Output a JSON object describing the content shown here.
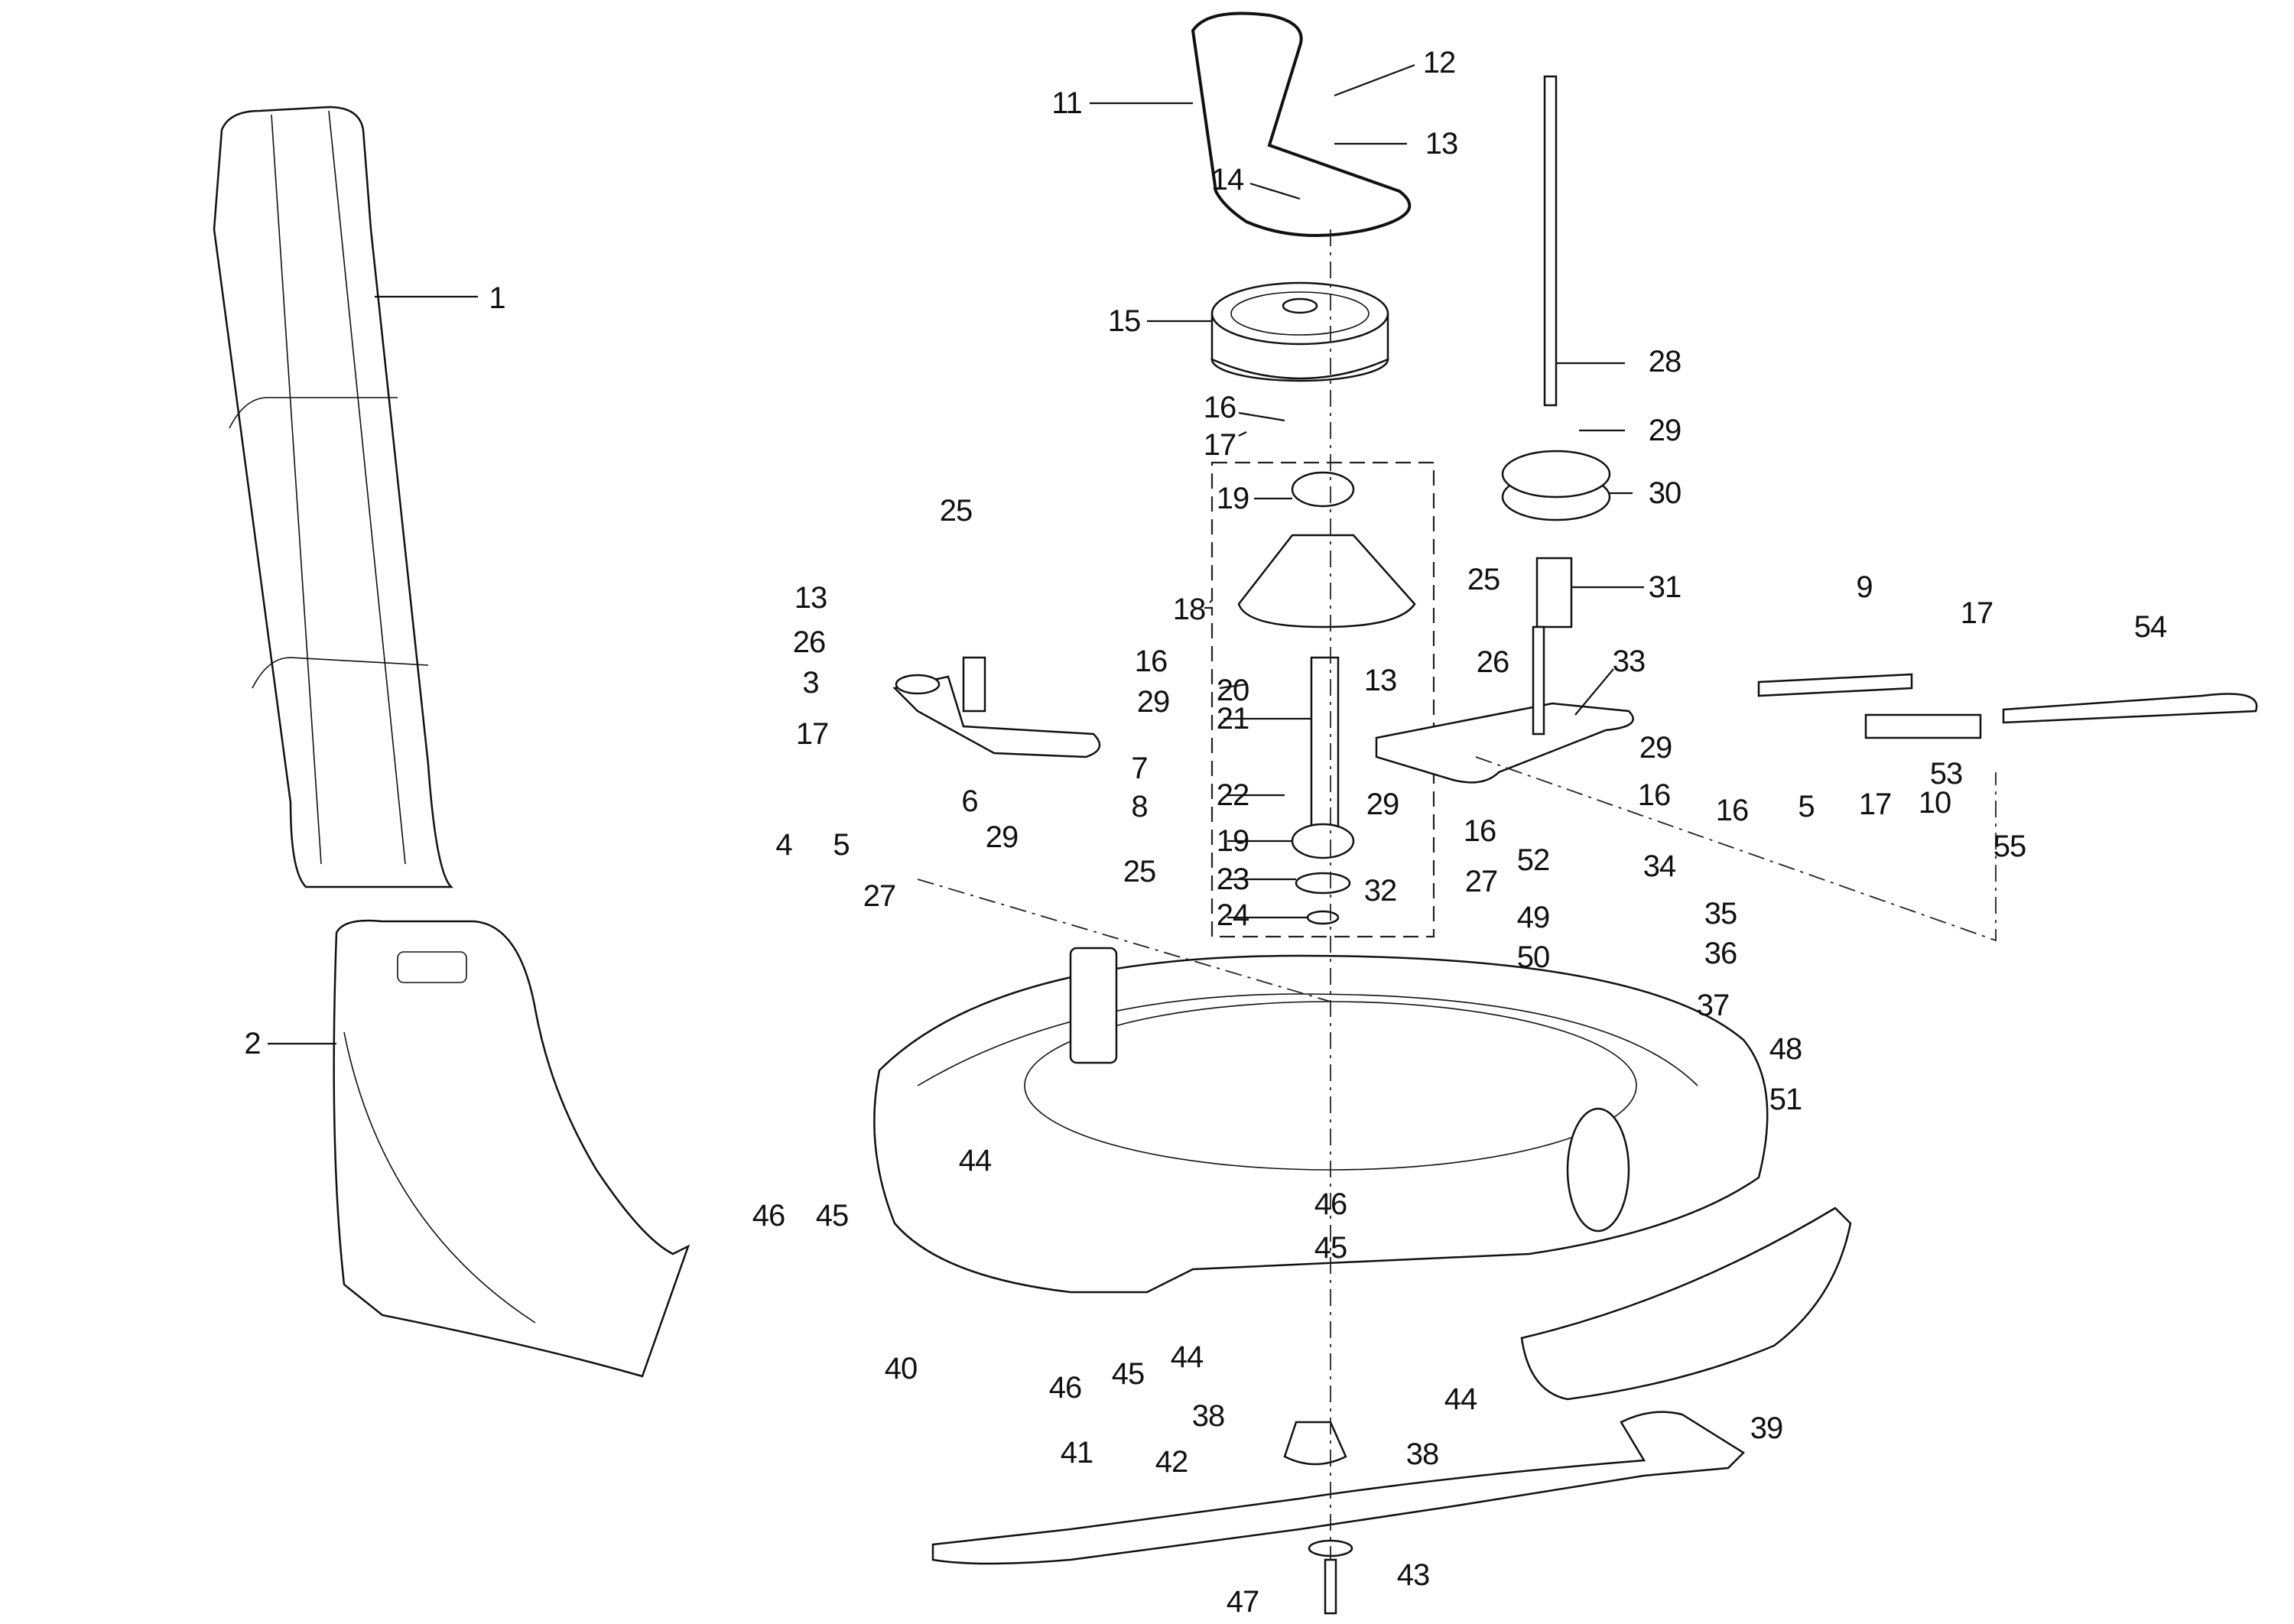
{
  "diagram": {
    "title": "Mower deck exploded parts diagram",
    "labels": [
      {
        "id": "1",
        "text": "1"
      },
      {
        "id": "2",
        "text": "2"
      },
      {
        "id": "3",
        "text": "3"
      },
      {
        "id": "4",
        "text": "4"
      },
      {
        "id": "5a",
        "text": "5"
      },
      {
        "id": "5b",
        "text": "5"
      },
      {
        "id": "6",
        "text": "6"
      },
      {
        "id": "7",
        "text": "7"
      },
      {
        "id": "8",
        "text": "8"
      },
      {
        "id": "9",
        "text": "9"
      },
      {
        "id": "10",
        "text": "10"
      },
      {
        "id": "11",
        "text": "11"
      },
      {
        "id": "12",
        "text": "12"
      },
      {
        "id": "13a",
        "text": "13"
      },
      {
        "id": "13b",
        "text": "13"
      },
      {
        "id": "13c",
        "text": "13"
      },
      {
        "id": "14",
        "text": "14"
      },
      {
        "id": "15",
        "text": "15"
      },
      {
        "id": "16a",
        "text": "16"
      },
      {
        "id": "16b",
        "text": "16"
      },
      {
        "id": "16c",
        "text": "16"
      },
      {
        "id": "16d",
        "text": "16"
      },
      {
        "id": "16e",
        "text": "16"
      },
      {
        "id": "17a",
        "text": "17"
      },
      {
        "id": "17b",
        "text": "17"
      },
      {
        "id": "17c",
        "text": "17"
      },
      {
        "id": "17d",
        "text": "17"
      },
      {
        "id": "18",
        "text": "18"
      },
      {
        "id": "19a",
        "text": "19"
      },
      {
        "id": "19b",
        "text": "19"
      },
      {
        "id": "20",
        "text": "20"
      },
      {
        "id": "21",
        "text": "21"
      },
      {
        "id": "22",
        "text": "22"
      },
      {
        "id": "23",
        "text": "23"
      },
      {
        "id": "24",
        "text": "24"
      },
      {
        "id": "25a",
        "text": "25"
      },
      {
        "id": "25b",
        "text": "25"
      },
      {
        "id": "25c",
        "text": "25"
      },
      {
        "id": "26a",
        "text": "26"
      },
      {
        "id": "26b",
        "text": "26"
      },
      {
        "id": "27a",
        "text": "27"
      },
      {
        "id": "27b",
        "text": "27"
      },
      {
        "id": "28",
        "text": "28"
      },
      {
        "id": "29a",
        "text": "29"
      },
      {
        "id": "29b",
        "text": "29"
      },
      {
        "id": "29c",
        "text": "29"
      },
      {
        "id": "29d",
        "text": "29"
      },
      {
        "id": "29e",
        "text": "29"
      },
      {
        "id": "30",
        "text": "30"
      },
      {
        "id": "31",
        "text": "31"
      },
      {
        "id": "32",
        "text": "32"
      },
      {
        "id": "33",
        "text": "33"
      },
      {
        "id": "34",
        "text": "34"
      },
      {
        "id": "35",
        "text": "35"
      },
      {
        "id": "36",
        "text": "36"
      },
      {
        "id": "37",
        "text": "37"
      },
      {
        "id": "38a",
        "text": "38"
      },
      {
        "id": "38b",
        "text": "38"
      },
      {
        "id": "39",
        "text": "39"
      },
      {
        "id": "40",
        "text": "40"
      },
      {
        "id": "41",
        "text": "41"
      },
      {
        "id": "42",
        "text": "42"
      },
      {
        "id": "43",
        "text": "43"
      },
      {
        "id": "44a",
        "text": "44"
      },
      {
        "id": "44b",
        "text": "44"
      },
      {
        "id": "44c",
        "text": "44"
      },
      {
        "id": "45a",
        "text": "45"
      },
      {
        "id": "45b",
        "text": "45"
      },
      {
        "id": "45c",
        "text": "45"
      },
      {
        "id": "46a",
        "text": "46"
      },
      {
        "id": "46b",
        "text": "46"
      },
      {
        "id": "46c",
        "text": "46"
      },
      {
        "id": "47",
        "text": "47"
      },
      {
        "id": "48",
        "text": "48"
      },
      {
        "id": "49",
        "text": "49"
      },
      {
        "id": "50",
        "text": "50"
      },
      {
        "id": "51",
        "text": "51"
      },
      {
        "id": "52",
        "text": "52"
      },
      {
        "id": "53",
        "text": "53"
      },
      {
        "id": "54",
        "text": "54"
      },
      {
        "id": "55",
        "text": "55"
      }
    ]
  }
}
